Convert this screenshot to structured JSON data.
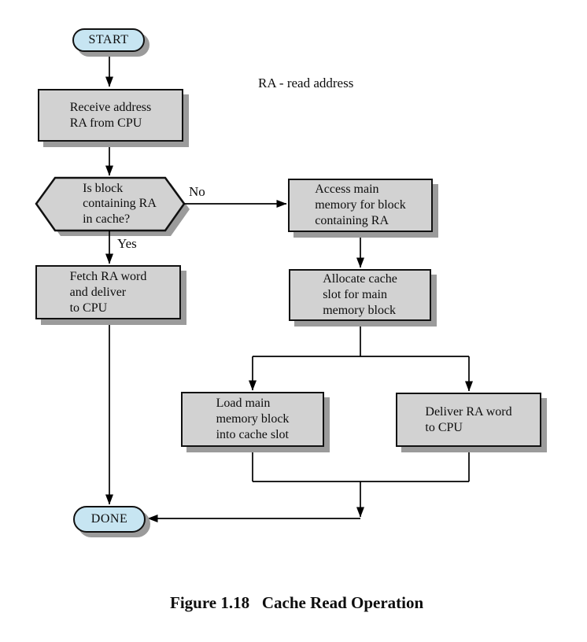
{
  "figure": {
    "caption": "Figure 1.18   Cache Read Operation",
    "legend": "RA - read address"
  },
  "colors": {
    "process_fill": "#d2d2d2",
    "terminal_fill": "#c7e5f2",
    "shadow": "#9b9b9b",
    "border": "#111111",
    "line": "#000000",
    "ink": "#0d0d0d",
    "bg": "#ffffff"
  },
  "nodes": {
    "start": {
      "label": "START"
    },
    "receive": {
      "label": "Receive address\nRA from CPU"
    },
    "decision": {
      "label": "Is block\ncontaining RA\nin cache?"
    },
    "access": {
      "label": "Access main\nmemory for block\ncontaining RA"
    },
    "fetch": {
      "label": "Fetch RA word\nand deliver\nto CPU"
    },
    "allocate": {
      "label": "Allocate cache\nslot for main\nmemory block"
    },
    "load": {
      "label": "Load main\nmemory block\ninto cache slot"
    },
    "deliver": {
      "label": "Deliver RA word\nto CPU"
    },
    "done": {
      "label": "DONE"
    }
  },
  "edge_labels": {
    "no": "No",
    "yes": "Yes"
  }
}
